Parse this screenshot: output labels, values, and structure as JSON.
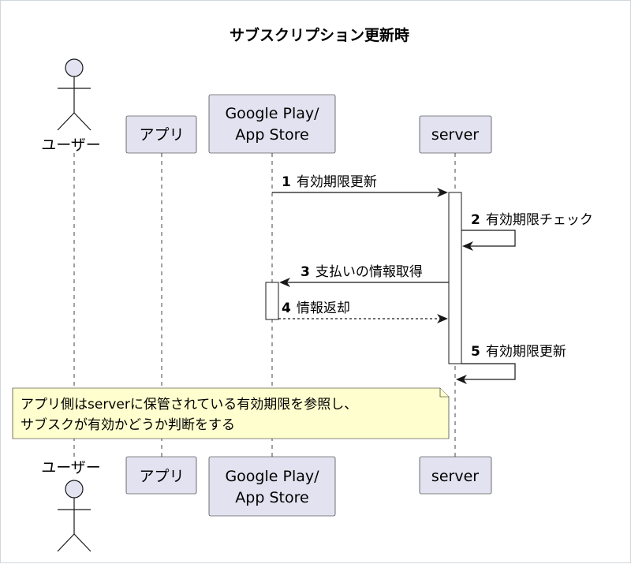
{
  "title": "サブスクリプション更新時",
  "participants": {
    "user": "ユーザー",
    "app": "アプリ",
    "store": [
      "Google Play/",
      "App Store"
    ],
    "server": "server"
  },
  "messages": [
    {
      "num": "1",
      "text": "有効期限更新"
    },
    {
      "num": "2",
      "text": "有効期限チェック"
    },
    {
      "num": "3",
      "text": "支払いの情報取得"
    },
    {
      "num": "4",
      "text": "情報返却"
    },
    {
      "num": "5",
      "text": "有効期限更新"
    }
  ],
  "note": {
    "lines": [
      "アプリ側はserverに保管されている有効期限を参照し、",
      "サブスクが有効かどうか判断をする"
    ]
  },
  "colors": {
    "participant_fill": "#e2e2f0",
    "note_fill": "#fefece",
    "line": "#181818"
  }
}
